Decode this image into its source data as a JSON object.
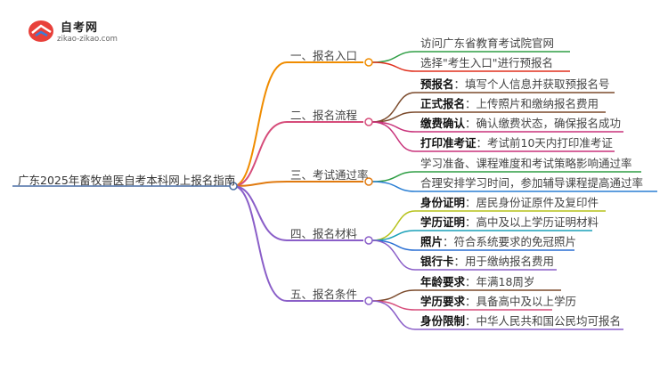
{
  "logo": {
    "title": "自考网",
    "subtitle": "zikao-zikao.com"
  },
  "root": "广东2025年畜牧兽医自考本科网上报名指南",
  "branches": [
    {
      "label": "一、报名入口",
      "color": "#f08c00",
      "items": [
        {
          "bold": "",
          "text": "访问广东省教育考试院官网"
        },
        {
          "bold": "",
          "text": "选择\"考生入口\"进行预报名"
        }
      ],
      "item_colors": [
        "#2e9e44",
        "#e0301e"
      ]
    },
    {
      "label": "二、报名流程",
      "color": "#d64c7a",
      "items": [
        {
          "bold": "预报名",
          "text": "：填写个人信息并获取预报名号"
        },
        {
          "bold": "正式报名",
          "text": "：上传照片和缴纳报名费用"
        },
        {
          "bold": "缴费确认",
          "text": "：确认缴费状态，确保报名成功"
        },
        {
          "bold": "打印准考证",
          "text": "：考试前10天内打印准考证"
        }
      ],
      "item_colors": [
        "#7b4a2b",
        "#7b4a2b",
        "#c8327a",
        "#c8327a"
      ]
    },
    {
      "label": "三、考试通过率",
      "color": "#e07a10",
      "items": [
        {
          "bold": "",
          "text": "学习准备、课程难度和考试策略影响通过率"
        },
        {
          "bold": "",
          "text": "合理安排学习时间，参加辅导课程提高通过率"
        }
      ],
      "item_colors": [
        "#2e9e44",
        "#2a7fd4"
      ]
    },
    {
      "label": "四、报名材料",
      "color": "#8a5ec8",
      "items": [
        {
          "bold": "身份证明",
          "text": "：居民身份证原件及复印件"
        },
        {
          "bold": "学历证明",
          "text": "：高中及以上学历证明材料"
        },
        {
          "bold": "照片",
          "text": "：符合系统要求的免冠照片"
        },
        {
          "bold": "银行卡",
          "text": "：用于缴纳报名费用"
        }
      ],
      "item_colors": [
        "#b6c21a",
        "#1aa0b8",
        "#2a6fd4",
        "#8a5ec8"
      ]
    },
    {
      "label": "五、报名条件",
      "color": "#8a5ec8",
      "items": [
        {
          "bold": "年龄要求",
          "text": "：年满18周岁"
        },
        {
          "bold": "学历要求",
          "text": "：具备高中及以上学历"
        },
        {
          "bold": "身份限制",
          "text": "：中华人民共和国公民均可报名"
        }
      ],
      "item_colors": [
        "#7b4a2b",
        "#d64c7a",
        "#8a5ec8"
      ]
    }
  ]
}
